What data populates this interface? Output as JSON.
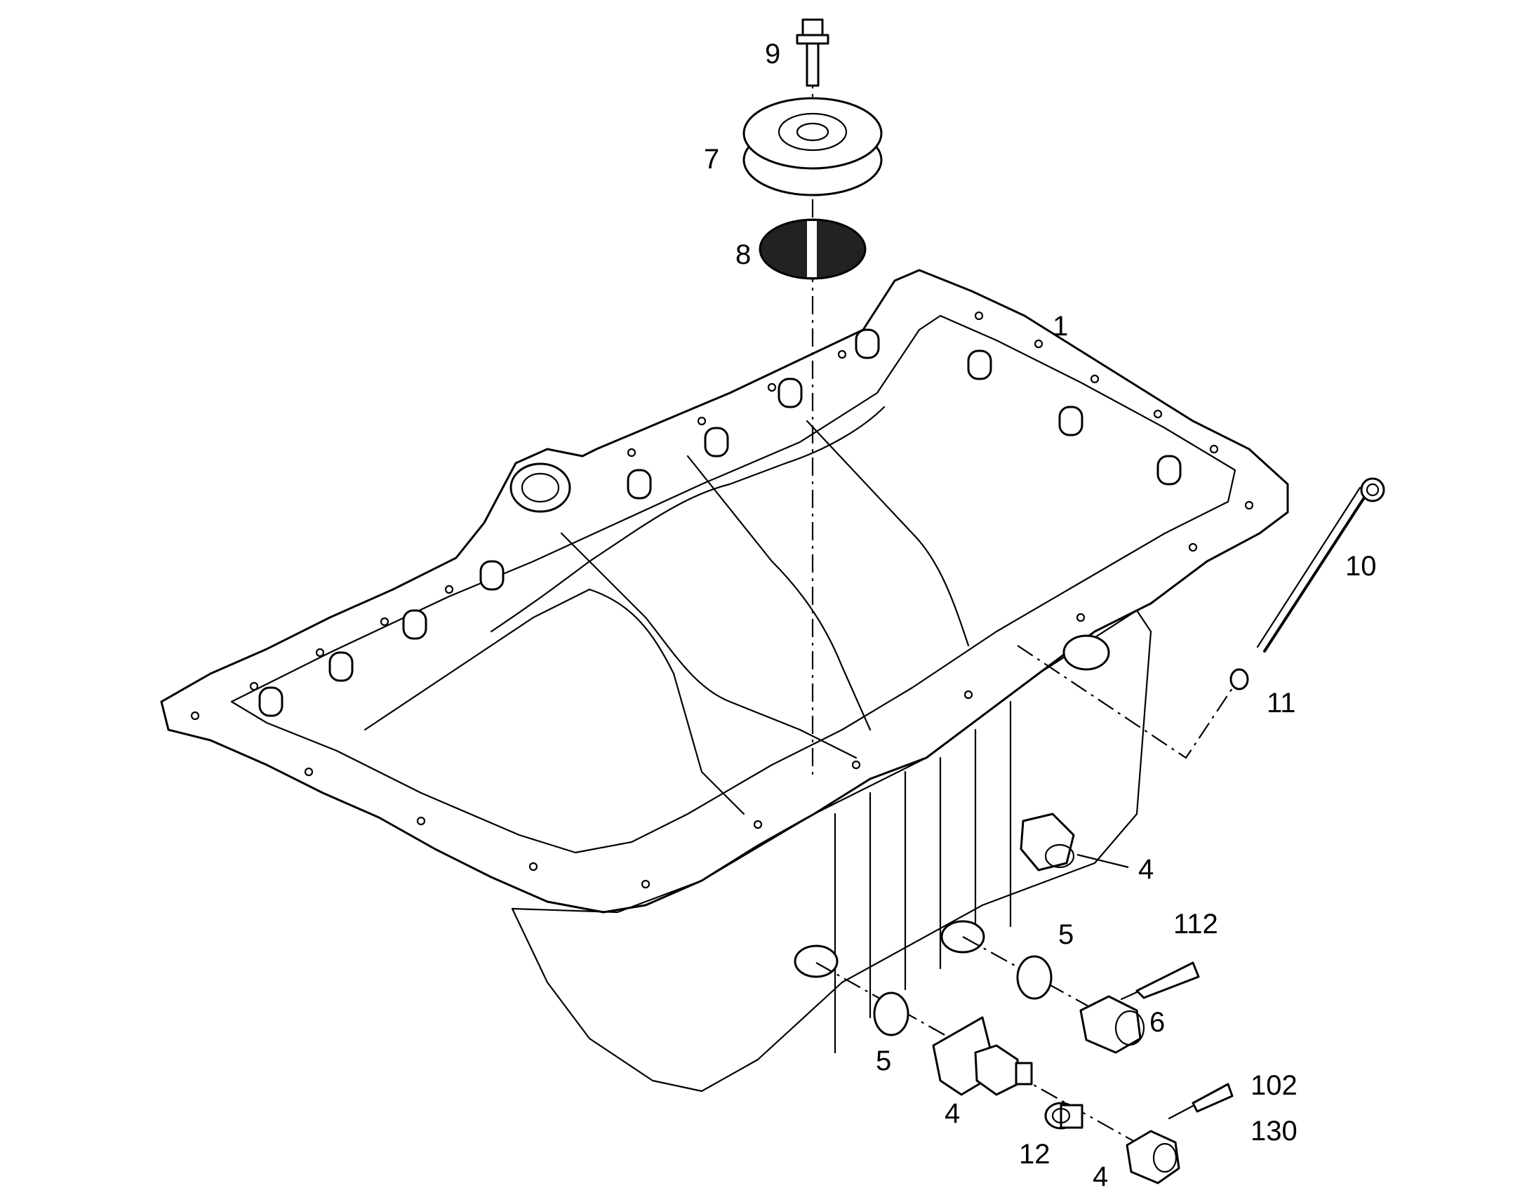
{
  "diagram": {
    "callouts": {
      "c1": "1",
      "c4_plug": "4",
      "c4_sensor": "4",
      "c4_nut": "4",
      "c5_left": "5",
      "c5_right": "5",
      "c6": "6",
      "c7": "7",
      "c8": "8",
      "c9": "9",
      "c10": "10",
      "c11": "11",
      "c12": "12",
      "c102": "102",
      "c112": "112",
      "c130": "130"
    }
  }
}
